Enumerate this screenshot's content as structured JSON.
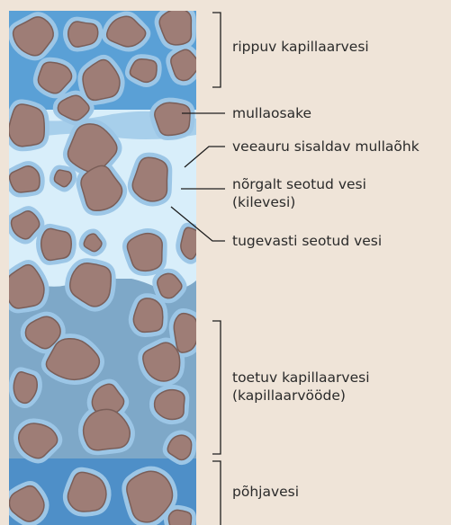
{
  "labels": {
    "hanging_capillary_water": "rippuv kapillaarvesi",
    "soil_particle": "mullaosake",
    "vapour_air": "veeauru sisaldav mullaõhk",
    "loosely_bound_line1": "nõrgalt seotud vesi",
    "loosely_bound_line2": "(kilevesi)",
    "tightly_bound": "tugevasti seotud vesi",
    "supported_capillary_line1": "toetuv kapillaarvesi",
    "supported_capillary_line2": "(kapillaarvööde)",
    "groundwater": "põhjavesi"
  },
  "colors": {
    "background": "#efe4d8",
    "soil_particle": "#9e7d76",
    "particle_outline": "#7a5e58",
    "bound_water_film": "#9cc6e6",
    "hanging_capillary_zone": "#5aa0d6",
    "air_zone": "#d8eefa",
    "supported_capillary_zone": "#7ea8c8",
    "groundwater_zone": "#4e8fc8",
    "leader_line": "#1e1e1e"
  }
}
